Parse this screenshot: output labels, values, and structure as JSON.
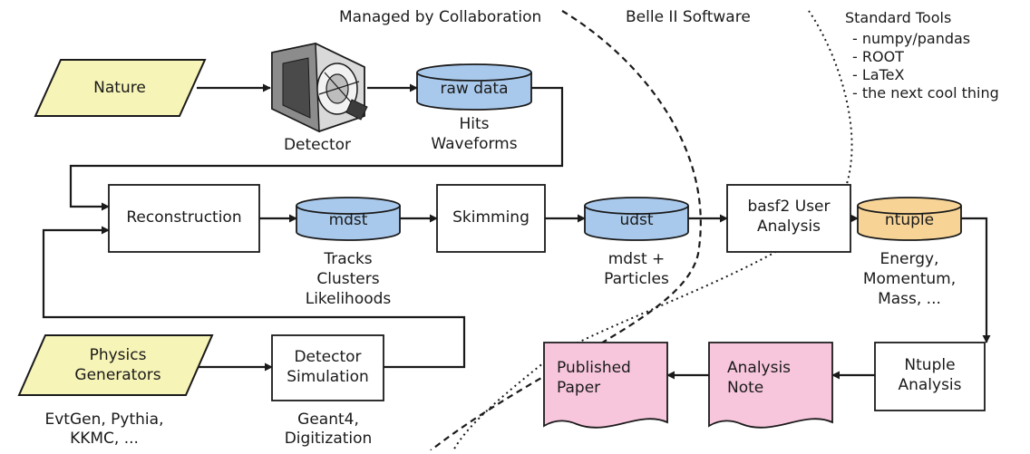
{
  "regions": {
    "managed": "Managed by Collaboration",
    "belle": "Belle II Software",
    "standard": "Standard Tools"
  },
  "tools": [
    "- numpy/pandas",
    "- ROOT",
    "- LaTeX",
    "- the next cool thing"
  ],
  "inputs": {
    "nature": "Nature",
    "physics_generators": [
      "Physics",
      "Generators"
    ]
  },
  "detector": {
    "label": "Detector"
  },
  "processes": {
    "reconstruction": "Reconstruction",
    "skimming": "Skimming",
    "basf2": [
      "basf2 User",
      "Analysis"
    ],
    "detector_simulation": [
      "Detector",
      "Simulation"
    ],
    "ntuple_analysis": [
      "Ntuple",
      "Analysis"
    ]
  },
  "datastores": {
    "raw": "raw data",
    "mdst": "mdst",
    "udst": "udst",
    "ntuple": "ntuple"
  },
  "documents": {
    "published": [
      "Published",
      "Paper"
    ],
    "note": [
      "Analysis",
      "Note"
    ]
  },
  "captions": {
    "raw": [
      "Hits",
      "Waveforms"
    ],
    "mdst": [
      "Tracks",
      "Clusters",
      "Likelihoods"
    ],
    "udst": [
      "mdst +",
      "Particles"
    ],
    "ntuple": [
      "Energy,",
      "Momentum,",
      "Mass, ..."
    ],
    "generators": [
      "EvtGen, Pythia,",
      "KKMC, ..."
    ],
    "simulation": [
      "Geant4,",
      "Digitization"
    ]
  },
  "colors": {
    "input_fill": "#f6f4b6",
    "store_fill": "#a9c9ec",
    "ntuple_fill": "#f7d496",
    "document_fill": "#f7c6dc",
    "stroke": "#1a1a1a"
  }
}
